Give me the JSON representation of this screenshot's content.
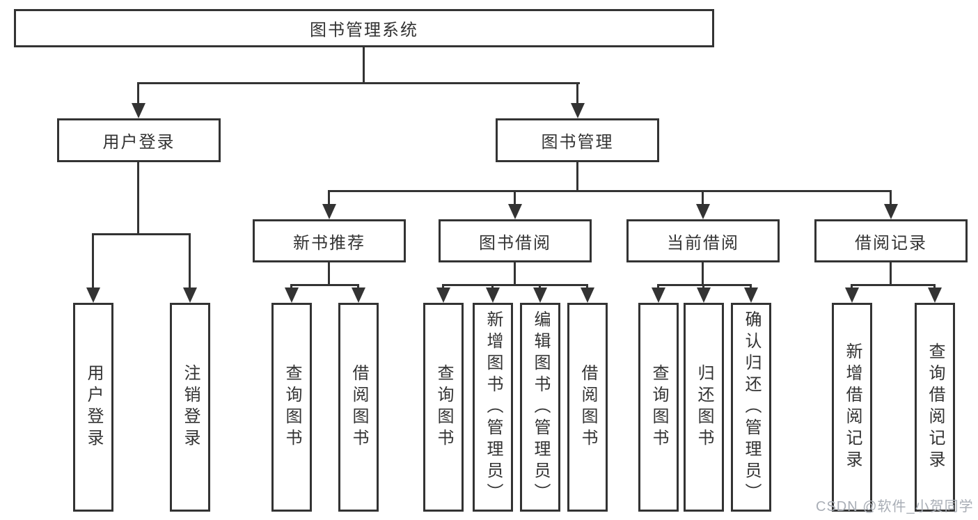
{
  "diagram": {
    "root": {
      "label": "图书管理系统"
    },
    "branches": [
      {
        "label": "用户登录",
        "leaves": [
          "用户登录",
          "注销登录"
        ]
      },
      {
        "label": "图书管理",
        "children": [
          {
            "label": "新书推荐",
            "leaves": [
              "查询图书",
              "借阅图书"
            ]
          },
          {
            "label": "图书借阅",
            "leaves": [
              "查询图书",
              "新增图书（管理员）",
              "编辑图书（管理员）",
              "借阅图书"
            ]
          },
          {
            "label": "当前借阅",
            "leaves": [
              "查询图书",
              "归还图书",
              "确认归还（管理员）"
            ]
          },
          {
            "label": "借阅记录",
            "leaves": [
              "新增借阅记录",
              "查询借阅记录"
            ]
          }
        ]
      }
    ]
  },
  "watermark": "CSDN @软件_小贺同学",
  "colors": {
    "line": "#333333",
    "text": "#333333",
    "watermark": "#a9aeb6",
    "background": "#ffffff"
  }
}
